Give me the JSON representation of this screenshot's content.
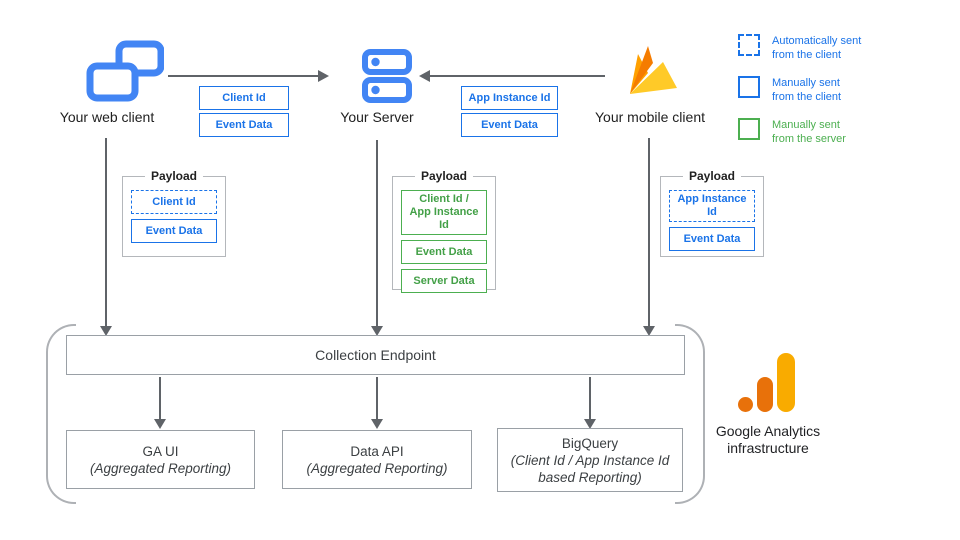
{
  "colors": {
    "accent_blue": "#1a73e8",
    "icon_blue": "#4285f4",
    "accent_green": "#4caf50",
    "box_border_gray": "#9aa0a6",
    "arrow_gray": "#5f6368",
    "ga_orange": "#e8710a",
    "ga_amber": "#f9ab00",
    "firebase_orange": "#ffa000",
    "firebase_dark_orange": "#f57c00",
    "firebase_yellow": "#ffca28"
  },
  "clients": {
    "web": {
      "label": "Your web client"
    },
    "server": {
      "label": "Your Server"
    },
    "mobile": {
      "label": "Your mobile client"
    }
  },
  "legend": {
    "items": [
      {
        "label": "Automatically sent\nfrom the client",
        "style": "dashed-blue"
      },
      {
        "label": "Manually sent\nfrom the client",
        "style": "solid-blue"
      },
      {
        "label": "Manually sent\nfrom the server",
        "style": "solid-green"
      }
    ]
  },
  "transfers": {
    "web_to_server": [
      "Client Id",
      "Event Data"
    ],
    "mobile_to_server": [
      "App Instance Id",
      "Event Data"
    ]
  },
  "payloads": {
    "title": "Payload",
    "web": [
      "Client Id",
      "Event Data"
    ],
    "server": [
      "Client Id /\nApp Instance Id",
      "Event Data",
      "Server Data"
    ],
    "mobile": [
      "App Instance Id",
      "Event Data"
    ]
  },
  "infrastructure": {
    "endpoint_label": "Collection Endpoint",
    "outputs": [
      {
        "title": "GA UI",
        "subtitle": "(Aggregated Reporting)"
      },
      {
        "title": "Data API",
        "subtitle": "(Aggregated Reporting)"
      },
      {
        "title": "BigQuery",
        "subtitle": "(Client Id / App Instance Id\nbased Reporting)"
      }
    ],
    "brand_label": "Google Analytics\ninfrastructure"
  }
}
